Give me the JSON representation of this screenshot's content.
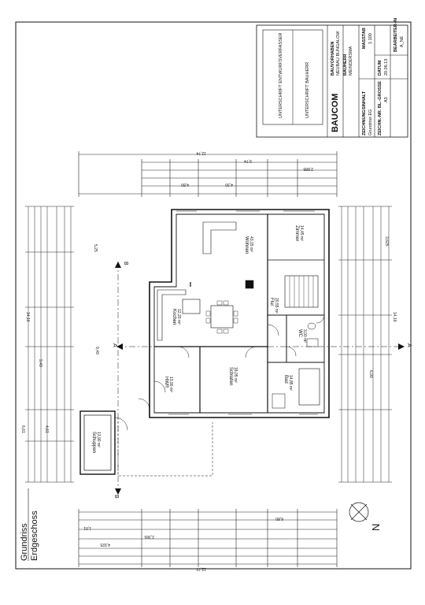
{
  "title": {
    "line1": "Grundriss",
    "line2": "Erdgeschoss"
  },
  "north_label": "N",
  "title_block": {
    "signature_client": "UNTERSCHRIFT BAUHERR",
    "signature_designer": "UNTERSCHRIFT ENTWURFSVERFASSER",
    "company": "BAUCOM",
    "project_label": "BAUVORHABEN",
    "project_name": "NEUBAU BUNGALOW",
    "client_label": "BAUHERR",
    "client_name": "MEINDERSMA",
    "drawing_content_label": "ZEICHNUNGSINHALT",
    "drawing_content": "Grundriss EG",
    "scale_label": "MASSTAB",
    "scale": "1:100",
    "drawing_no_label": "ZEICHN.-NR. BL.-GROSSE",
    "sheet_size": "A3",
    "date_label": "DATUM",
    "date": "20.06.13",
    "editor_label": "BEARBEITER-IN",
    "editor": "A_NE"
  },
  "rooms": [
    {
      "name": "Wohnen",
      "area": "43,15 m²"
    },
    {
      "name": "Zimmer",
      "area": "14,45 m²"
    },
    {
      "name": "Kochen",
      "area": "12,20 m²"
    },
    {
      "name": "Flur",
      "area": "20,55 m²"
    },
    {
      "name": "WC",
      "area": "3,00 m²"
    },
    {
      "name": "HWR",
      "area": "13,90 m²"
    },
    {
      "name": "Schlafen",
      "area": "18,05 m²"
    },
    {
      "name": "Bad",
      "area": "14,85 m²"
    },
    {
      "name": "Schuppen",
      "area": "13,90 m²"
    }
  ],
  "section_marks": {
    "b": "B",
    "a": "A"
  },
  "dimensions": {
    "total_top": "12,74",
    "total_bottom": "12,74",
    "total_left": "14,16",
    "top_mid": "9,74",
    "top_right": "2,885",
    "left_a": "9,49",
    "left_b": "6,61",
    "left_c": "4,61",
    "left_d": "5,25",
    "right_a": "14,16",
    "right_b": "3,625",
    "right_c": "6,99",
    "interior_a": "4,30",
    "interior_b": "4,80",
    "bottom_a": "6,80",
    "bottom_b": "4,925",
    "bottom_c": "2,365",
    "bottom_d": "1,01"
  }
}
